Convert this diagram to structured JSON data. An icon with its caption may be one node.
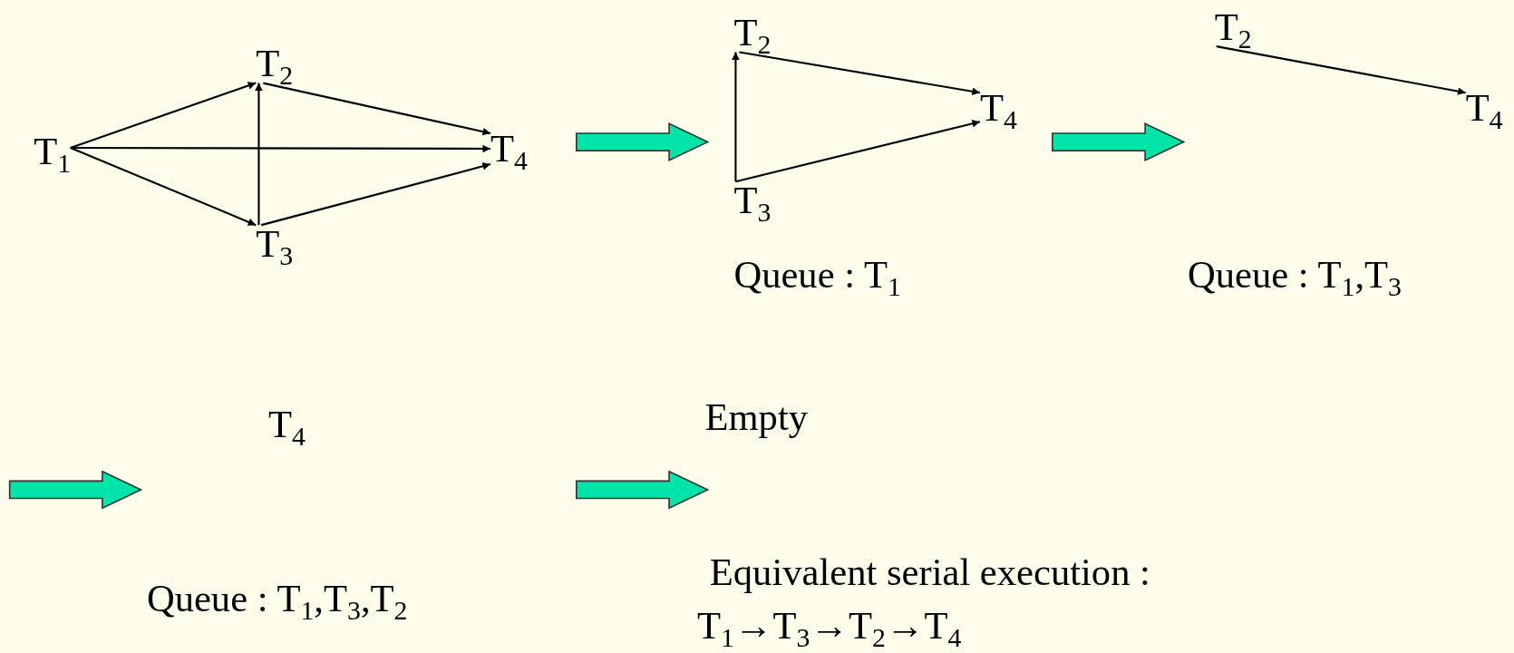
{
  "diagram": {
    "nodes": [
      {
        "text": [
          "T$_{1}$"
        ]
      },
      {
        "text": [
          "T$_{2}$"
        ]
      },
      {
        "text": [
          "T$_{3}$"
        ]
      },
      {
        "text": [
          "T$_{4}$"
        ]
      },
      {
        "text": [
          "T$_{2}$"
        ]
      },
      {
        "text": [
          "T$_{3}$"
        ]
      },
      {
        "text": [
          "T$_{4}$"
        ]
      },
      {
        "text": [
          "T$_{2}$"
        ]
      },
      {
        "text": [
          "T$_{4}$"
        ]
      },
      {
        "text": [
          "T$_{4}$"
        ]
      }
    ],
    "edges": [
      {
        "from": 0,
        "to": 1,
        "arrow": "to"
      },
      {
        "from": 0,
        "to": 3,
        "arrow": "to"
      },
      {
        "from": 0,
        "to": 2,
        "arrow": "to"
      },
      {
        "from": 2,
        "to": 1,
        "arrow": "to"
      },
      {
        "from": 1,
        "to": 3,
        "arrow": "to"
      },
      {
        "from": 2,
        "to": 3,
        "arrow": "to"
      },
      {
        "from": 5,
        "to": 4,
        "arrow": "to"
      },
      {
        "from": 4,
        "to": 6,
        "arrow": "to"
      },
      {
        "from": 5,
        "to": 6,
        "arrow": "to"
      },
      {
        "from": 7,
        "to": 8,
        "arrow": "to"
      }
    ],
    "labels": [
      "Queue : T$_{1}$",
      "Queue : T$_{1}$,T$_{3}$",
      "Empty",
      "Queue : T$_{1}$,T$_{3}$,T$_{2}$",
      "Equivalent serial execution :",
      "T$_{1}$→T$_{3}$→T$_{2}$→T$_{4}$"
    ]
  }
}
